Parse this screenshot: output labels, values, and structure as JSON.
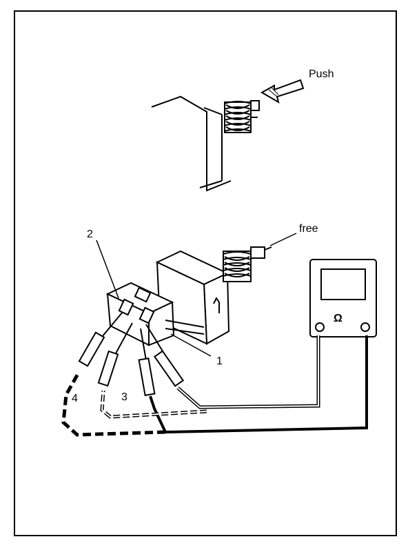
{
  "labels": {
    "push": "Push",
    "free": "free",
    "terminal_1": "1",
    "terminal_2": "2",
    "terminal_3": "3",
    "terminal_4": "4",
    "ohm": "Ω"
  },
  "colors": {
    "ink": "#000000",
    "paper": "#ffffff"
  },
  "icons": {
    "meter": "ohmmeter-icon",
    "push_arrow": "push-arrow-icon"
  }
}
